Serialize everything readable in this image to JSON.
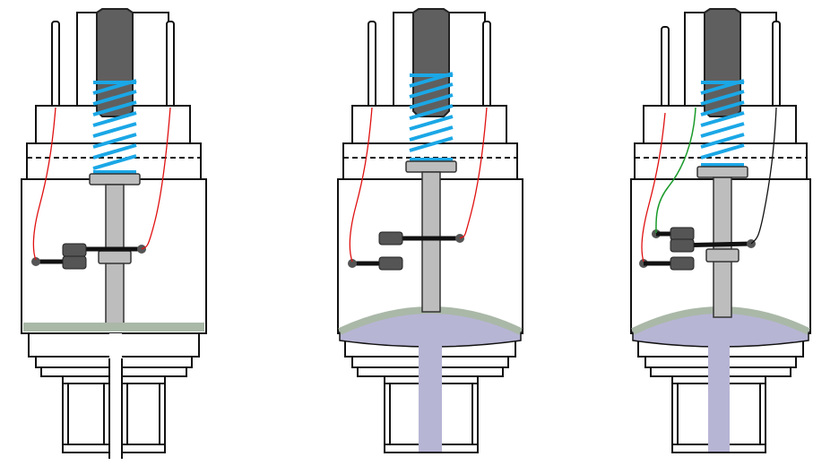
{
  "figure": {
    "panels": [
      {
        "id": "panel-1",
        "state": "unpressurized",
        "contacts": "single-pole"
      },
      {
        "id": "panel-2",
        "state": "pressurized",
        "contacts": "single-pole"
      },
      {
        "id": "panel-3",
        "state": "pressurized",
        "contacts": "changeover"
      }
    ]
  },
  "colors": {
    "outline": "#111111",
    "spring": "#1aa7e6",
    "adjust_screw": "#5f5f5f",
    "plunger": "#bdbdbd",
    "membrane": "#aab8a8",
    "pressure_medium": "#b7b5d4",
    "contact_block": "#555555",
    "wire_red": "#e01010",
    "wire_green": "#1a9a2a",
    "wire_black": "#111111"
  }
}
